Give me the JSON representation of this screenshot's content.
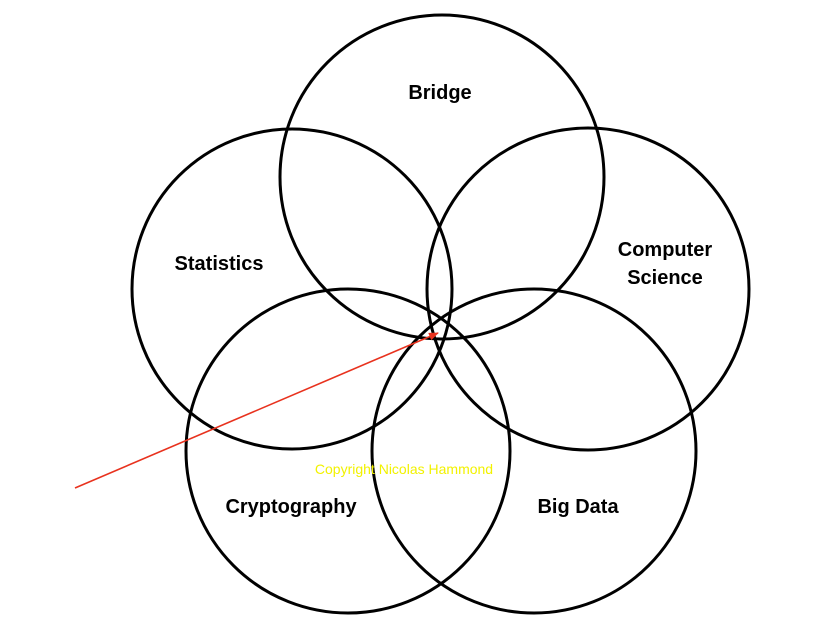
{
  "diagram": {
    "circles": {
      "bridge": "Bridge",
      "computer_science_line1": "Computer",
      "computer_science_line2": "Science",
      "statistics": "Statistics",
      "cryptography": "Cryptography",
      "big_data": "Big Data"
    },
    "watermark": "Copyright Nicolas Hammond"
  },
  "colors": {
    "circle_stroke": "#000000",
    "arrow": "#e8321e",
    "watermark": "#f2f200",
    "background": "#ffffff"
  }
}
